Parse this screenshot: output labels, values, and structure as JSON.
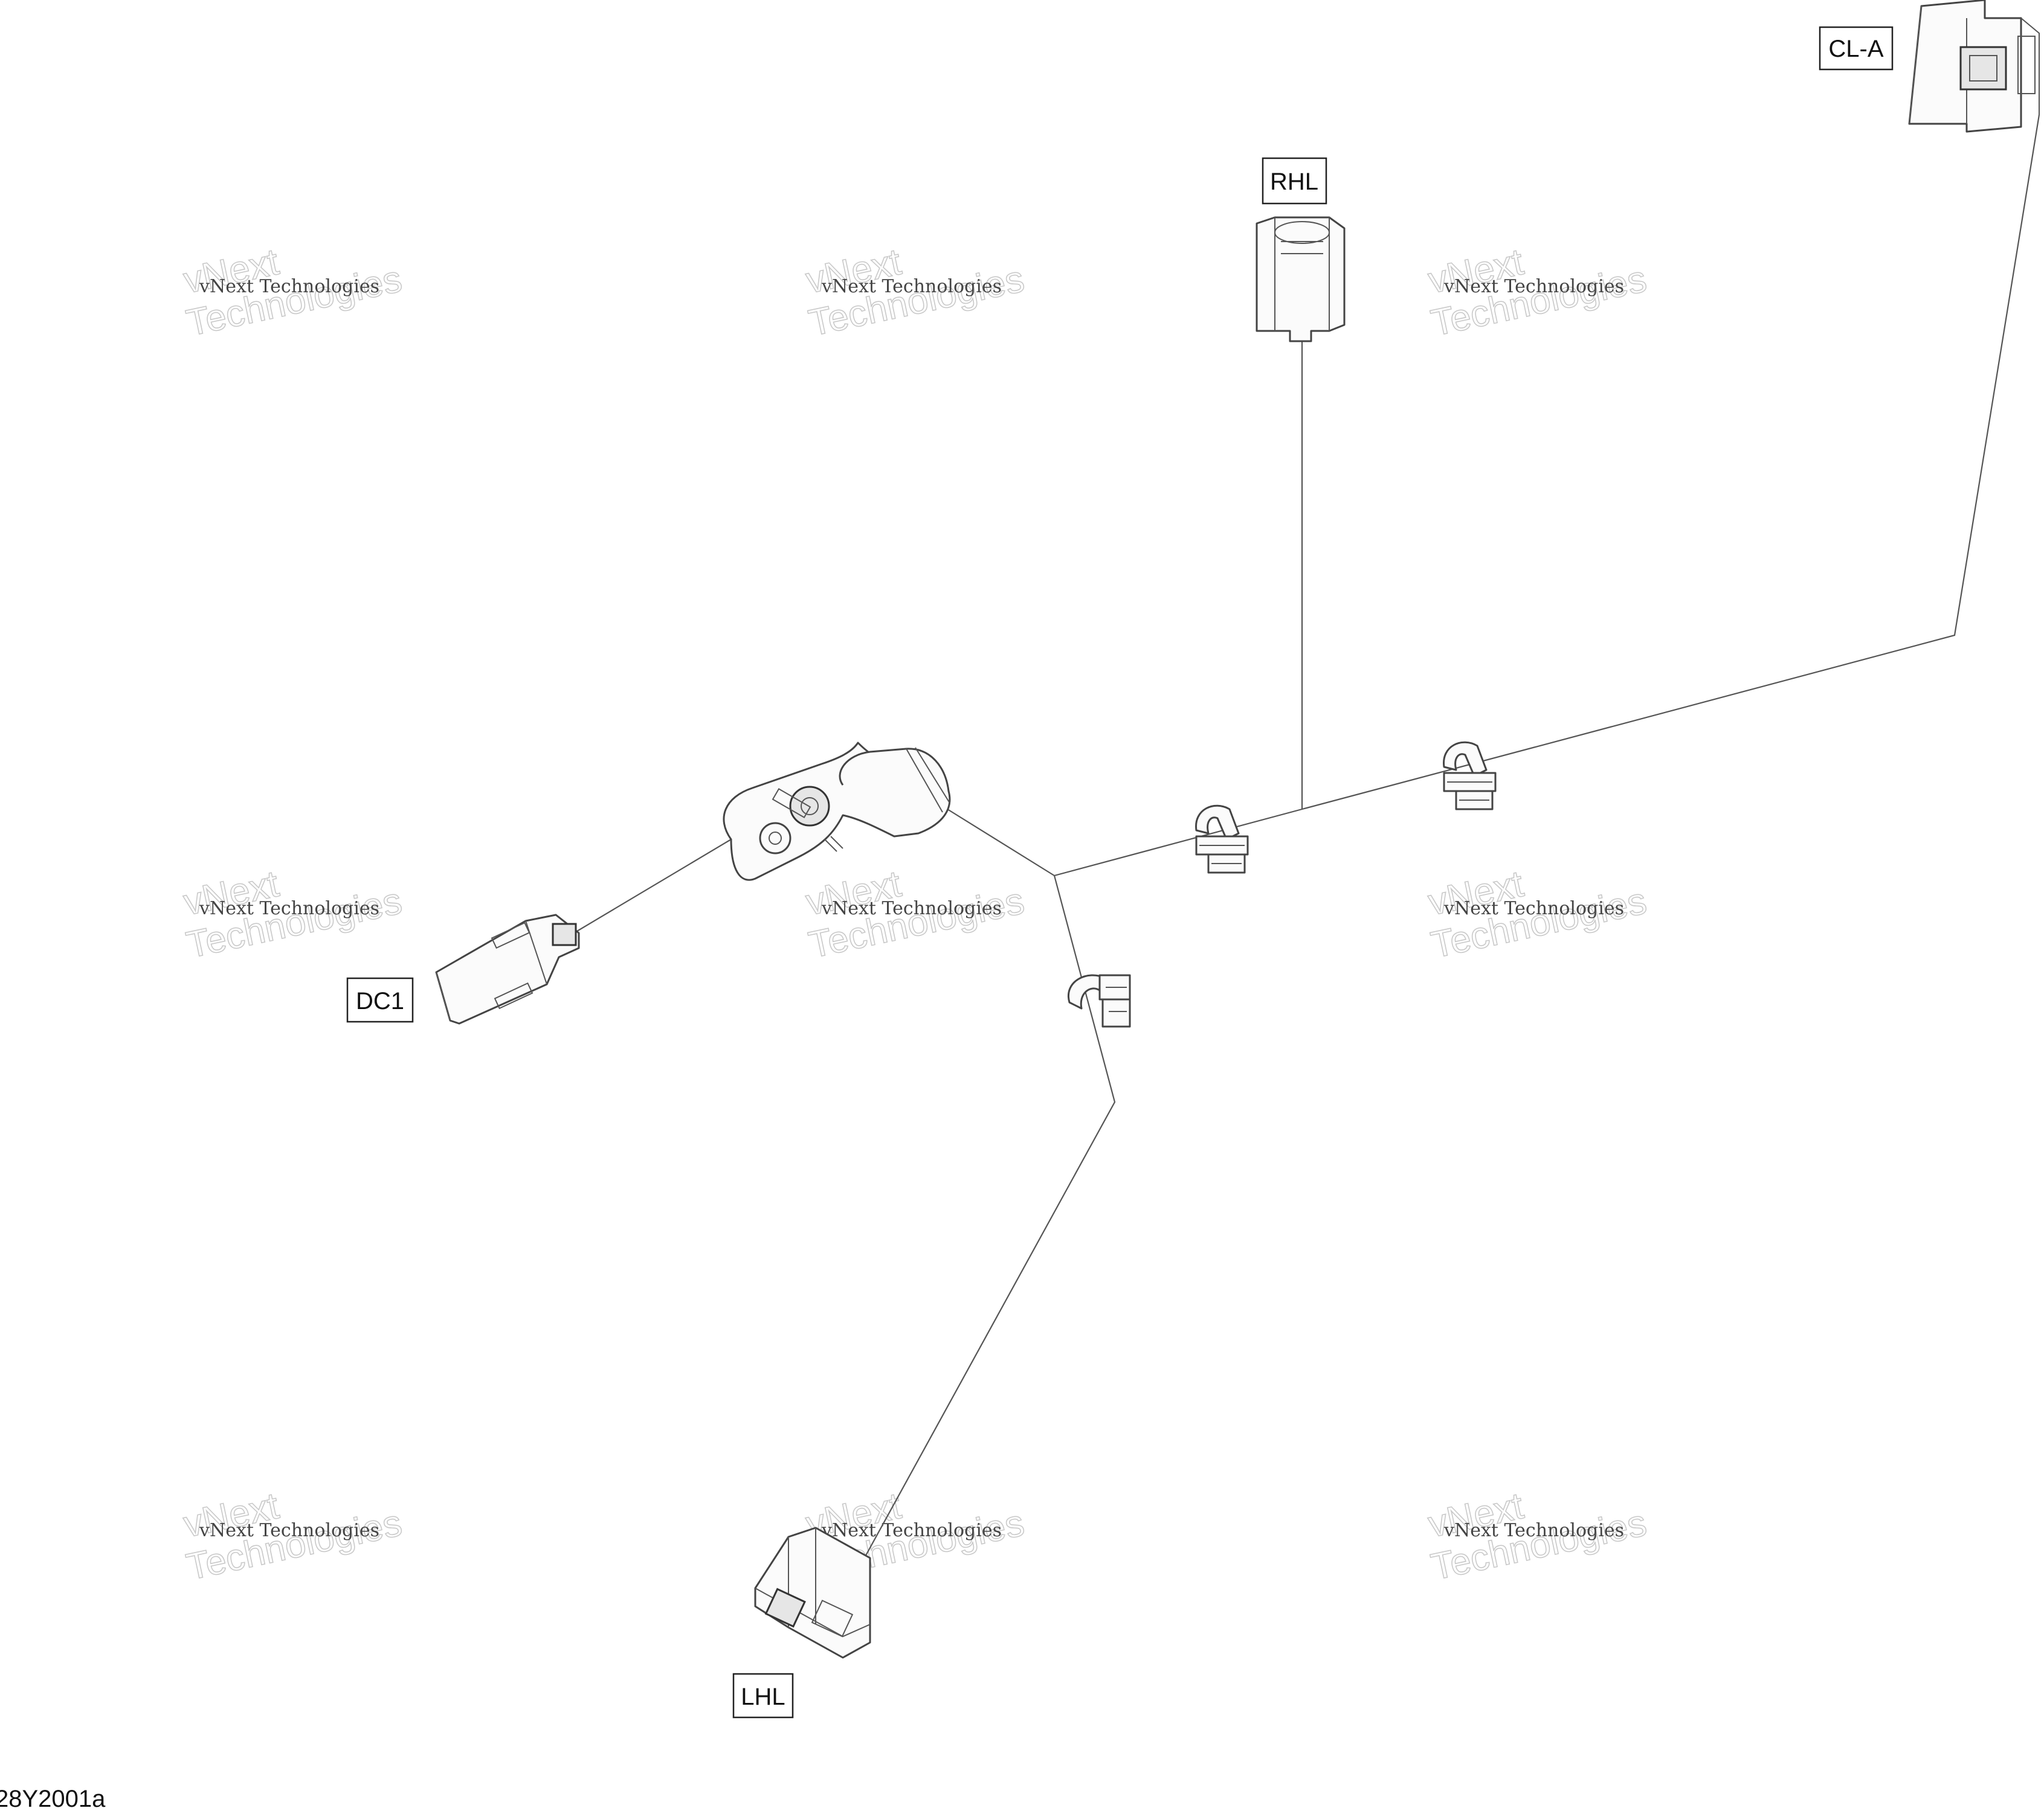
{
  "diagram": {
    "labels": {
      "cl_a": "CL-A",
      "rhl": "RHL",
      "dc1": "DC1",
      "lhl": "LHL"
    },
    "watermark": {
      "line1": "vNext Technologies",
      "line2": "vNext",
      "line3": "Technologies"
    },
    "reference_code": "28Y2001a"
  }
}
